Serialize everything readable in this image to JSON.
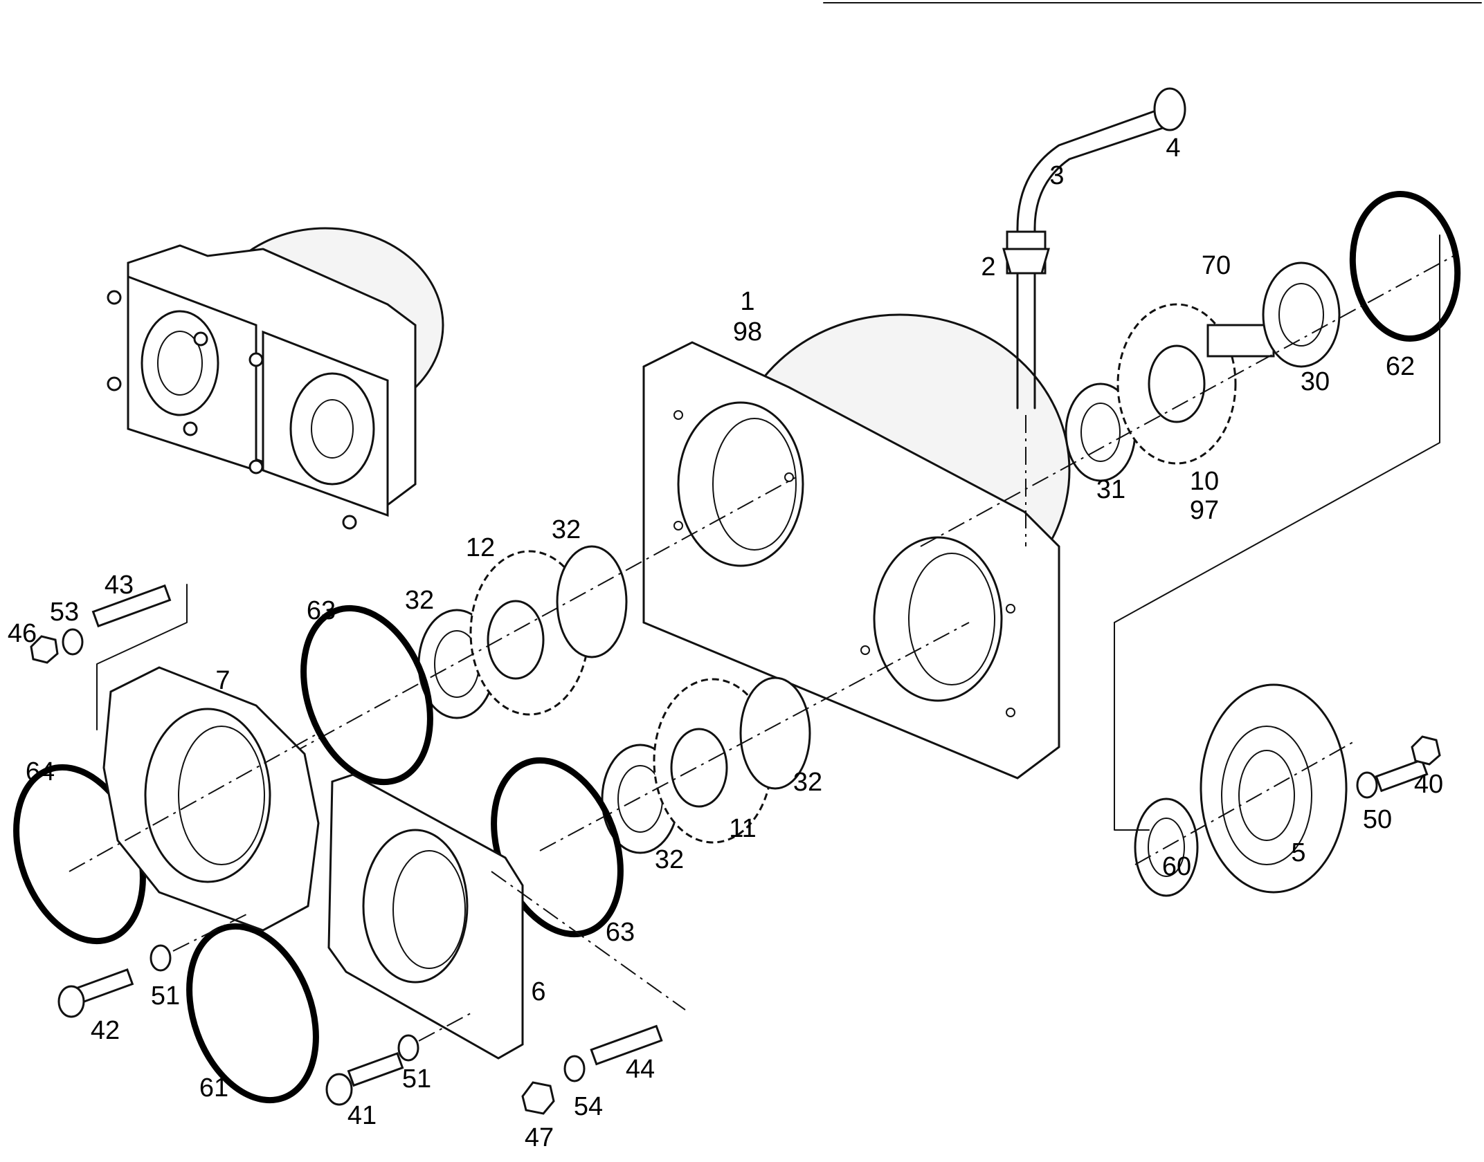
{
  "callouts": [
    {
      "id": "c1",
      "text": "1"
    },
    {
      "id": "c98",
      "text": "98"
    },
    {
      "id": "c2",
      "text": "2"
    },
    {
      "id": "c3",
      "text": "3"
    },
    {
      "id": "c4",
      "text": "4"
    },
    {
      "id": "c70",
      "text": "70"
    },
    {
      "id": "c30",
      "text": "30"
    },
    {
      "id": "c62",
      "text": "62"
    },
    {
      "id": "c31",
      "text": "31"
    },
    {
      "id": "c10",
      "text": "10"
    },
    {
      "id": "c97",
      "text": "97"
    },
    {
      "id": "c12",
      "text": "12"
    },
    {
      "id": "c32a",
      "text": "32"
    },
    {
      "id": "c32b",
      "text": "32"
    },
    {
      "id": "c32c",
      "text": "32"
    },
    {
      "id": "c32d",
      "text": "32"
    },
    {
      "id": "c11",
      "text": "11"
    },
    {
      "id": "c63a",
      "text": "63"
    },
    {
      "id": "c63b",
      "text": "63"
    },
    {
      "id": "c43",
      "text": "43"
    },
    {
      "id": "c53",
      "text": "53"
    },
    {
      "id": "c46",
      "text": "46"
    },
    {
      "id": "c7",
      "text": "7"
    },
    {
      "id": "c64",
      "text": "64"
    },
    {
      "id": "c6",
      "text": "6"
    },
    {
      "id": "c51a",
      "text": "51"
    },
    {
      "id": "c51b",
      "text": "51"
    },
    {
      "id": "c42",
      "text": "42"
    },
    {
      "id": "c61",
      "text": "61"
    },
    {
      "id": "c41",
      "text": "41"
    },
    {
      "id": "c47",
      "text": "47"
    },
    {
      "id": "c54",
      "text": "54"
    },
    {
      "id": "c44",
      "text": "44"
    },
    {
      "id": "c60",
      "text": "60"
    },
    {
      "id": "c5",
      "text": "5"
    },
    {
      "id": "c50",
      "text": "50"
    },
    {
      "id": "c40",
      "text": "40"
    }
  ]
}
